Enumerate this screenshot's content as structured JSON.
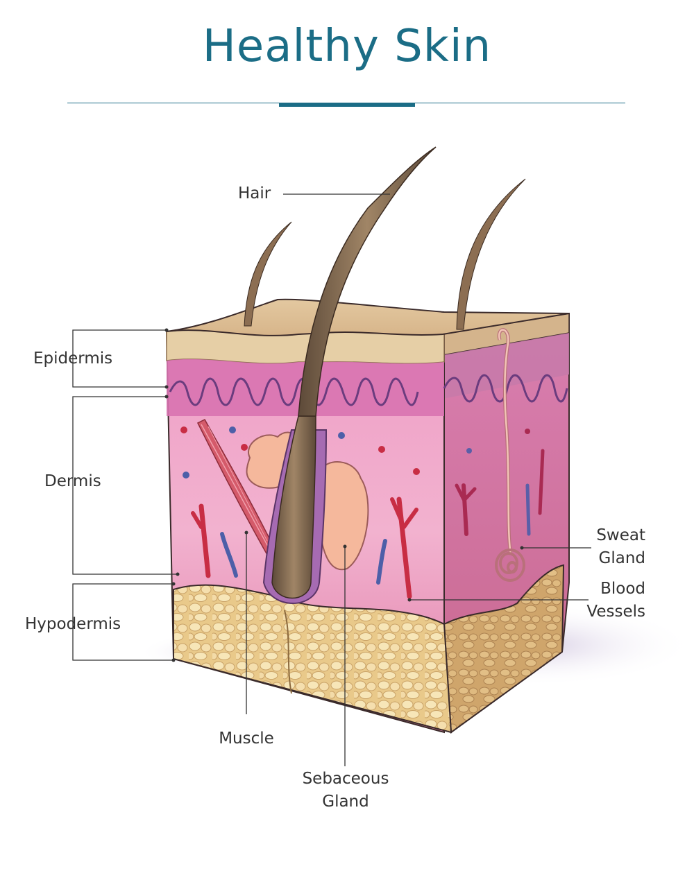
{
  "title": "Healthy Skin",
  "colors": {
    "title": "#1b6d86",
    "rule": "#1b6d86",
    "label": "#333333",
    "leader": "#333333",
    "epidermis_top": "#e8cfa8",
    "dermis": "#e89bbf",
    "hypodermis": "#f1d79b",
    "hair": "#7e6650"
  },
  "labels": {
    "hair": "Hair",
    "epidermis": "Epidermis",
    "dermis": "Dermis",
    "hypodermis": "Hypodermis",
    "sweat_gland": [
      "Sweat",
      "Gland"
    ],
    "blood_vessels": [
      "Blood",
      "Vessels"
    ],
    "muscle": "Muscle",
    "sebaceous_gland": [
      "Sebaceous",
      "Gland"
    ]
  }
}
